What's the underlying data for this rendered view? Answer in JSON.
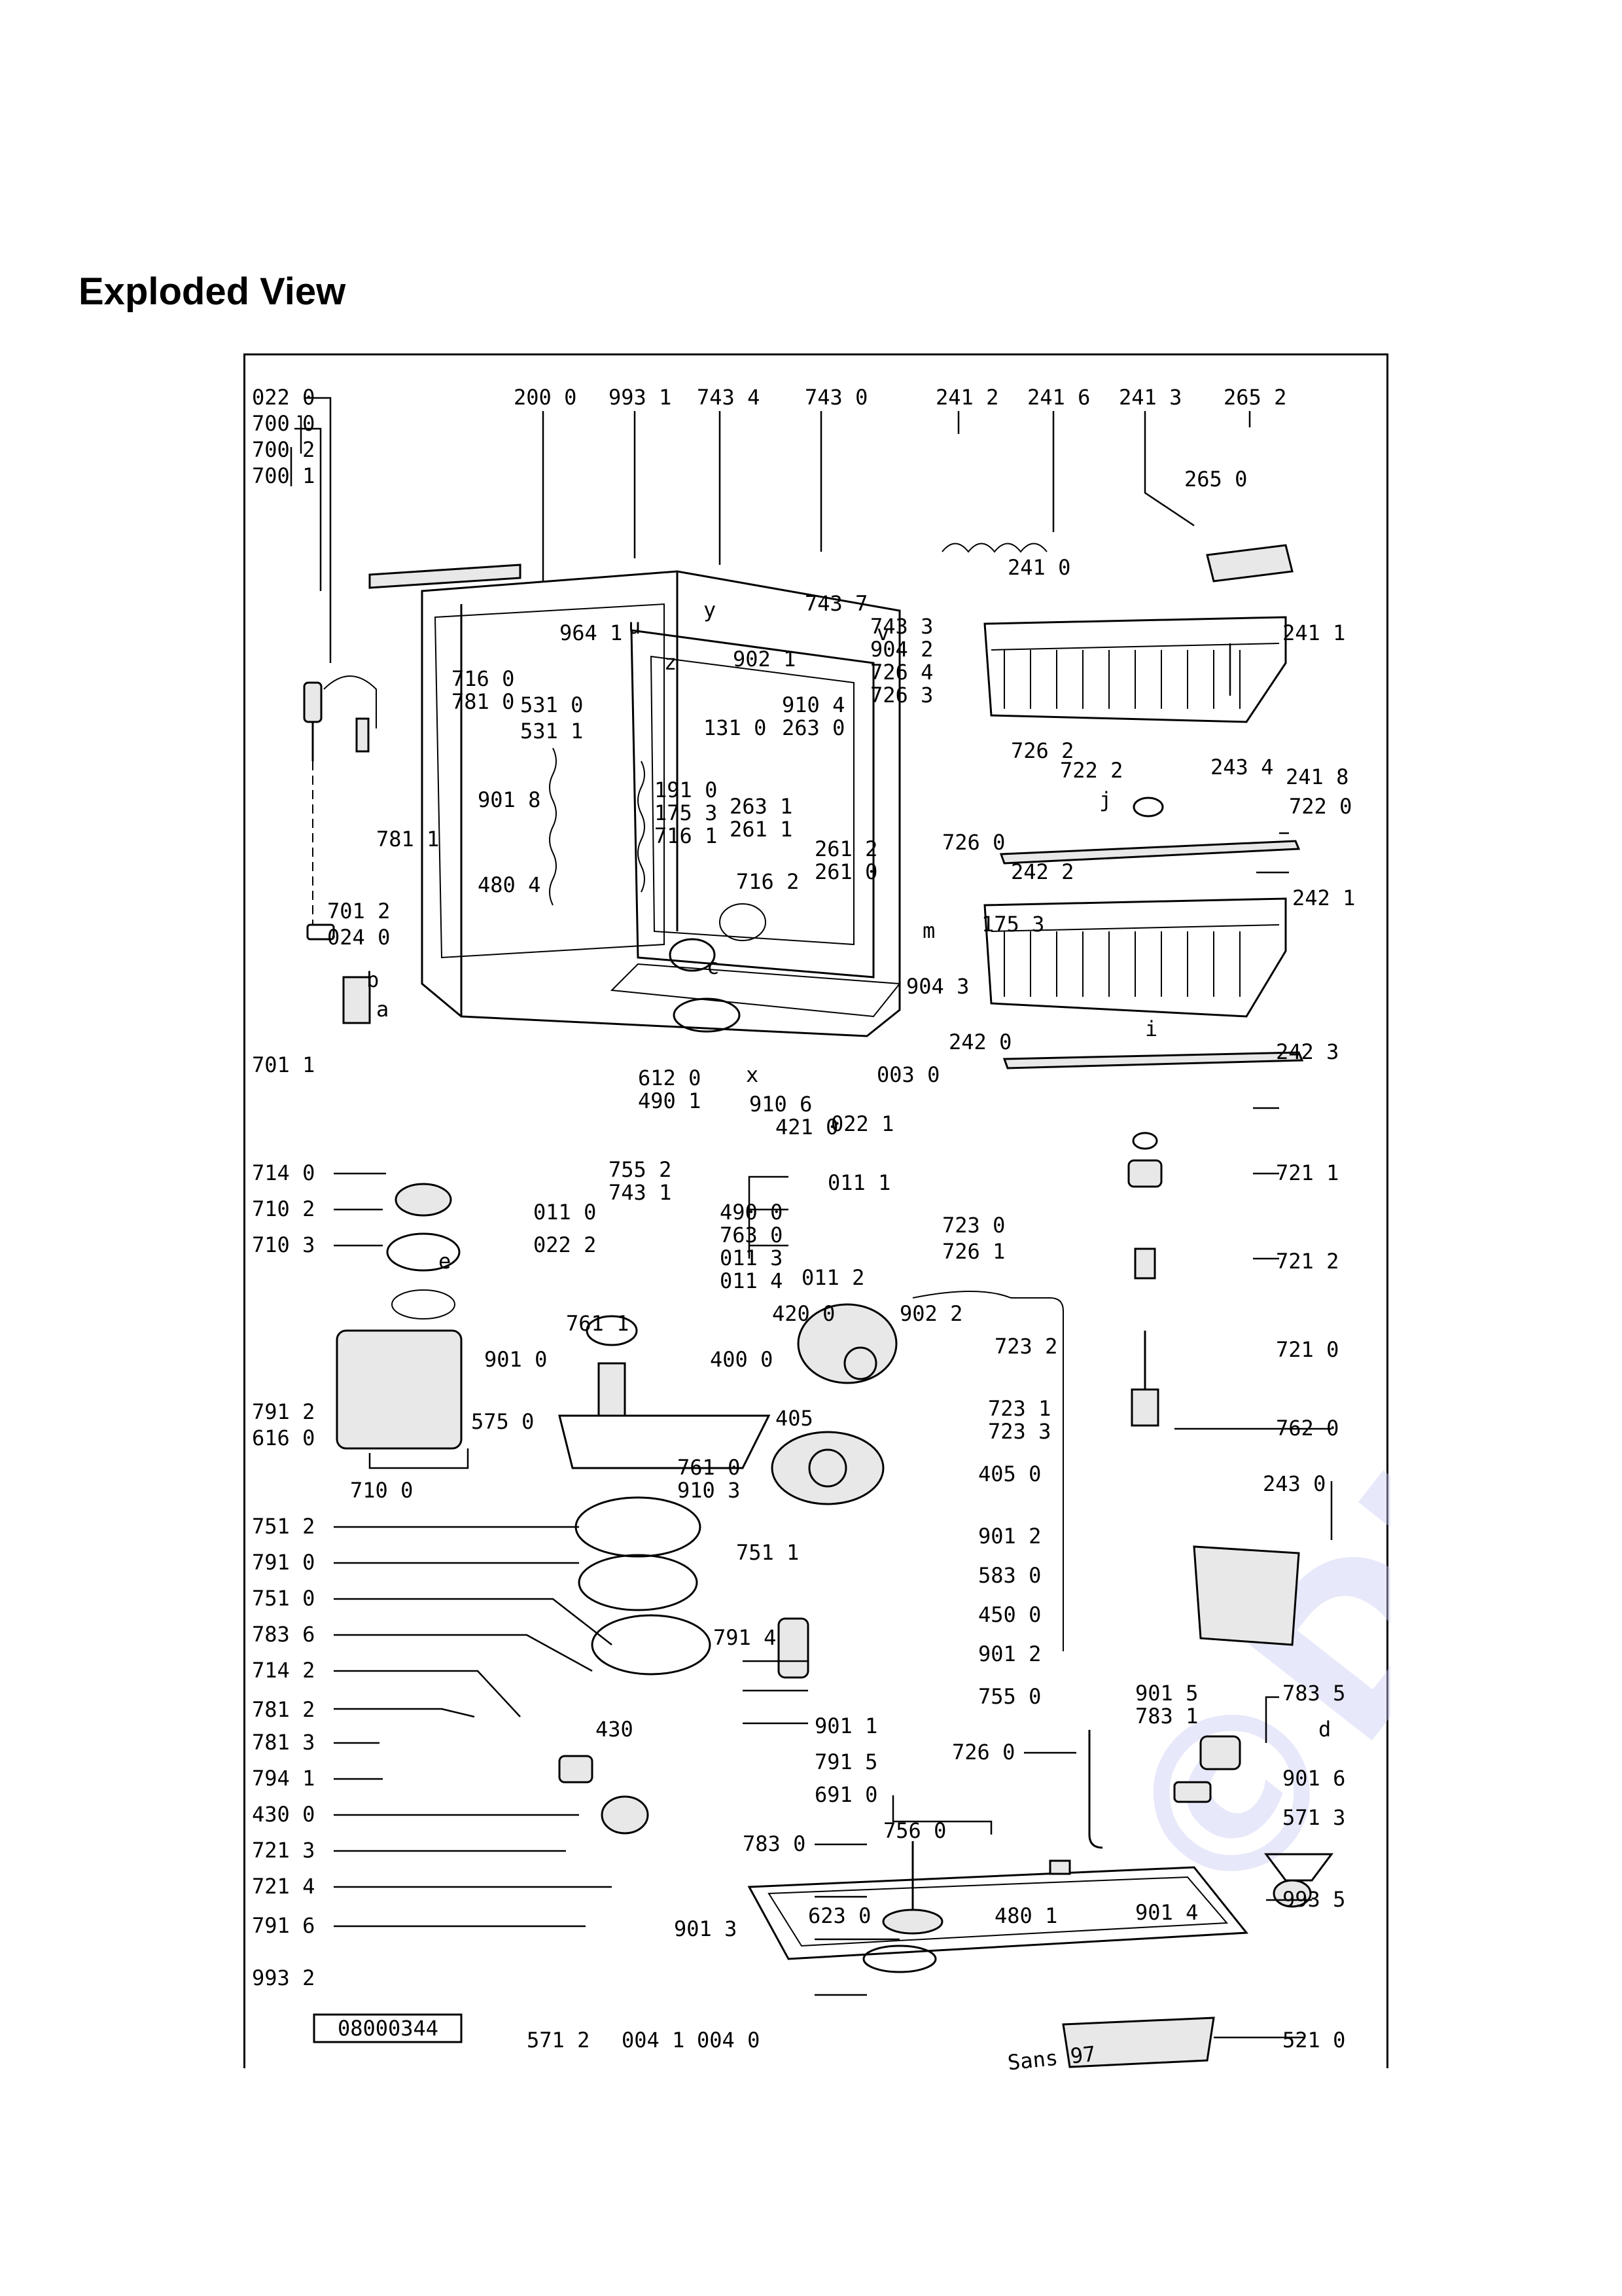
{
  "title": "Exploded View",
  "drawing_number": "08000344",
  "signature": "Sans 97",
  "watermark": "©DIY-Parts.cz",
  "colors": {
    "ink": "#000000",
    "watermark": "#c9cdf3",
    "background": "#ffffff"
  },
  "labels": [
    "022 0",
    "700 0",
    "700 2",
    "700 1",
    "200 0",
    "993 1",
    "743 4",
    "743 0",
    "241 2",
    "241 6",
    "241 3",
    "265 2",
    "265 0",
    "743 7",
    "743 3",
    "904 2",
    "726 4",
    "726 3",
    "964 1",
    "902 1",
    "910 4",
    "263 0",
    "131 0",
    "716 0",
    "781 0",
    "531 0",
    "531 1",
    "241 0",
    "241 1",
    "726 2",
    "722 2",
    "243 4",
    "241 8",
    "722 0",
    "191 0",
    "175 3",
    "716 1",
    "716 2",
    "263 1",
    "261 1",
    "261 2",
    "261 0",
    "726 0",
    "901 8",
    "781 1",
    "480 4",
    "701 2",
    "024 0",
    "242 2",
    "242 1",
    "175 3",
    "904 3",
    "242 0",
    "242 3",
    "701 1",
    "003 0",
    "612 0",
    "490 1",
    "910 6",
    "421 0",
    "022 1",
    "714 0",
    "755 2",
    "743 1",
    "011 1",
    "721 1",
    "710 2",
    "011 0",
    "022 2",
    "490 0",
    "763 0",
    "011 3",
    "011 4",
    "721 2",
    "710 3",
    "011 2",
    "723 0",
    "726 1",
    "902 2",
    "420 0",
    "761 1",
    "723 2",
    "721 0",
    "901 0",
    "400 0",
    "791 2",
    "575 0",
    "723 1",
    "723 3",
    "616 0",
    "405",
    "710 0",
    "761 0",
    "910 3",
    "405 0",
    "762 0",
    "243 0",
    "751 2",
    "901 2",
    "791 0",
    "751 1",
    "583 0",
    "751 0",
    "783 6",
    "791 4",
    "450 0",
    "714 2",
    "901 2",
    "781 2",
    "755 0",
    "781 3",
    "430",
    "901 1",
    "726 0",
    "794 1",
    "791 5",
    "430 0",
    "691 0",
    "721 3",
    "756 0",
    "783 0",
    "721 4",
    "480 1",
    "901 4",
    "791 6",
    "901 3",
    "623 0",
    "993 2",
    "571 2",
    "004 1",
    "004 0",
    "521 0",
    "901 5",
    "783 1",
    "783 5",
    "901 6",
    "571 3",
    "993 5"
  ],
  "letters": [
    "c",
    "b",
    "a",
    "e",
    "d",
    "x",
    "z",
    "y",
    "m",
    "u",
    "j",
    "v",
    "i"
  ]
}
